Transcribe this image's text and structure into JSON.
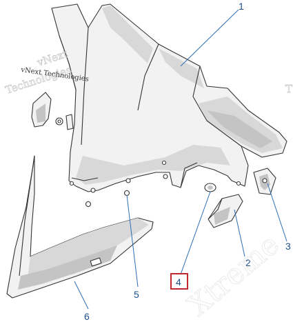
{
  "diagram": {
    "callouts": [
      {
        "id": "1",
        "label": "1"
      },
      {
        "id": "2",
        "label": "2"
      },
      {
        "id": "3",
        "label": "3"
      },
      {
        "id": "4",
        "label": "4",
        "highlighted": true
      },
      {
        "id": "5",
        "label": "5"
      },
      {
        "id": "6",
        "label": "6"
      }
    ],
    "highlight_color": "#c0262d",
    "callout_color": "#1b4f8a"
  },
  "watermarks": {
    "line1": "vNext",
    "line2": "Technologies",
    "small": "vNext Technologies",
    "edge_fragment": "T",
    "bottom_right": "Xtreme"
  }
}
